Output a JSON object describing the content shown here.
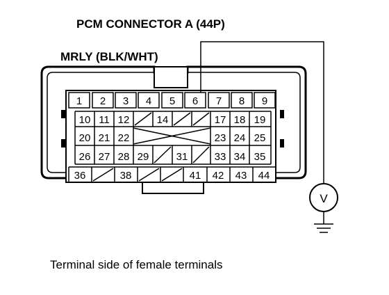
{
  "title": "PCM CONNECTOR A (44P)",
  "wire_label": "MRLY (BLK/WHT)",
  "caption": "Terminal side of female terminals",
  "meter_symbol": "V",
  "connector": {
    "rows": [
      [
        "1",
        "2",
        "3",
        "4",
        "5",
        "6",
        "7",
        "8",
        "9"
      ],
      [
        "10",
        "11",
        "12",
        "",
        "14",
        "",
        "",
        "17",
        "18",
        "19"
      ],
      [
        "20",
        "21",
        "22",
        "",
        "",
        "",
        "",
        "23",
        "24",
        "25"
      ],
      [
        "26",
        "27",
        "28",
        "29",
        "",
        "31",
        "",
        "33",
        "34",
        "35"
      ],
      [
        "36",
        "",
        "38",
        "",
        "",
        "41",
        "42",
        "43",
        "44"
      ]
    ],
    "probed_terminal": "6"
  }
}
